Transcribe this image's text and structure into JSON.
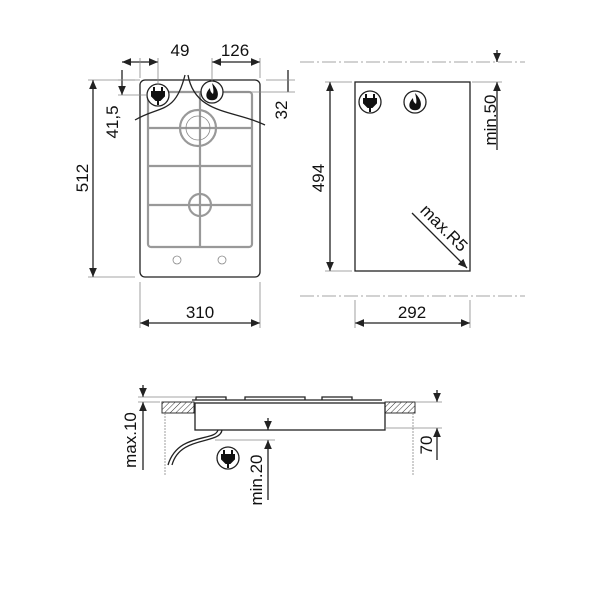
{
  "top_view": {
    "dims": {
      "offset_plug": "49",
      "offset_gas": "126",
      "plug_depth": "41,5",
      "gas_depth": "32",
      "depth": "512",
      "width": "310"
    },
    "icons": [
      "plug-icon",
      "flame-icon"
    ]
  },
  "cutout_view": {
    "dims": {
      "depth": "494",
      "min_front": "min.50",
      "radius": "max.R5",
      "width": "292"
    },
    "icons": [
      "plug-icon",
      "flame-icon"
    ]
  },
  "side_view": {
    "dims": {
      "max_protrusion": "max.10",
      "min_clearance": "min.20",
      "height": "70"
    },
    "icons": [
      "plug-icon"
    ]
  },
  "colors": {
    "line": "#222222",
    "grate": "#999999"
  }
}
